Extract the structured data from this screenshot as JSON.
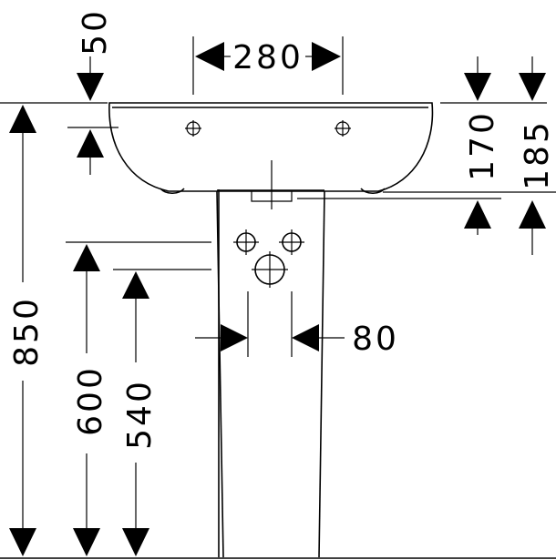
{
  "dimensions": {
    "top_offset": "50",
    "tap_hole_spacing": "280",
    "basin_depth_front": "170",
    "basin_depth_back": "185",
    "overall_height": "850",
    "inlet_height": "600",
    "waste_height": "540",
    "pedestal_gap": "80"
  },
  "colors": {
    "line": "#000000",
    "background": "#ffffff"
  }
}
